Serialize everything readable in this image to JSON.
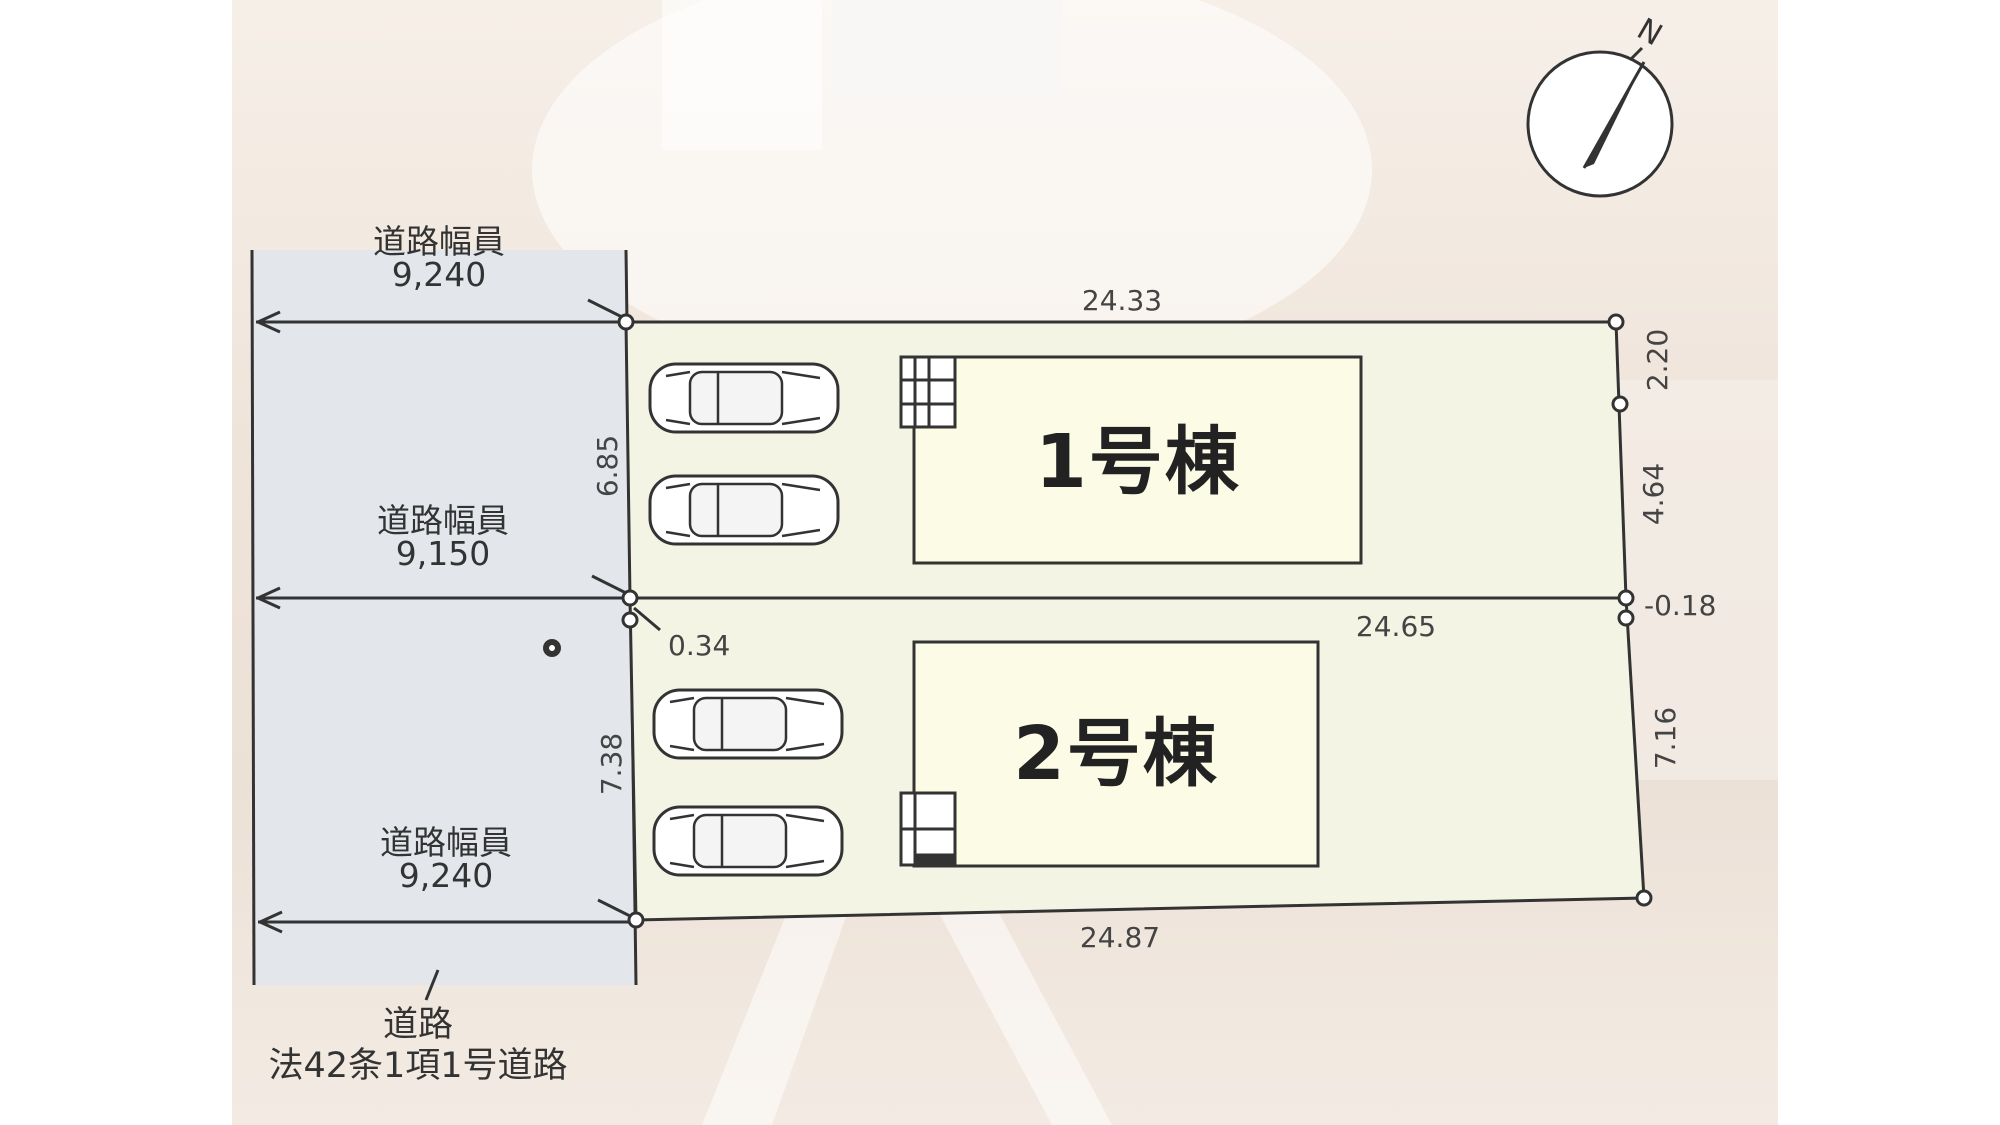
{
  "roads": [
    {
      "title": "道路幅員",
      "width": "9,240"
    },
    {
      "title": "道路幅員",
      "width": "9,150"
    },
    {
      "title": "道路幅員",
      "width": "9,240"
    }
  ],
  "road_note": {
    "line1": "道路",
    "line2": "法42条1項1号道路"
  },
  "buildings": {
    "b1": "1号棟",
    "b2": "2号棟"
  },
  "dimensions": {
    "top": "24.33",
    "middle": "24.65",
    "bottom": "24.87",
    "left_upper": "6.85",
    "left_lower": "7.38",
    "right_top": "2.20",
    "right_mid": "4.64",
    "right_lower": "7.16",
    "offset_left": "0.34",
    "offset_right": "0.18"
  },
  "compass": {
    "north": "N"
  },
  "colors": {
    "lot_fill": "#f3f4e3",
    "building_fill": "#fbfbe6",
    "road_fill": "#e4e8ec",
    "line": "#333333"
  }
}
